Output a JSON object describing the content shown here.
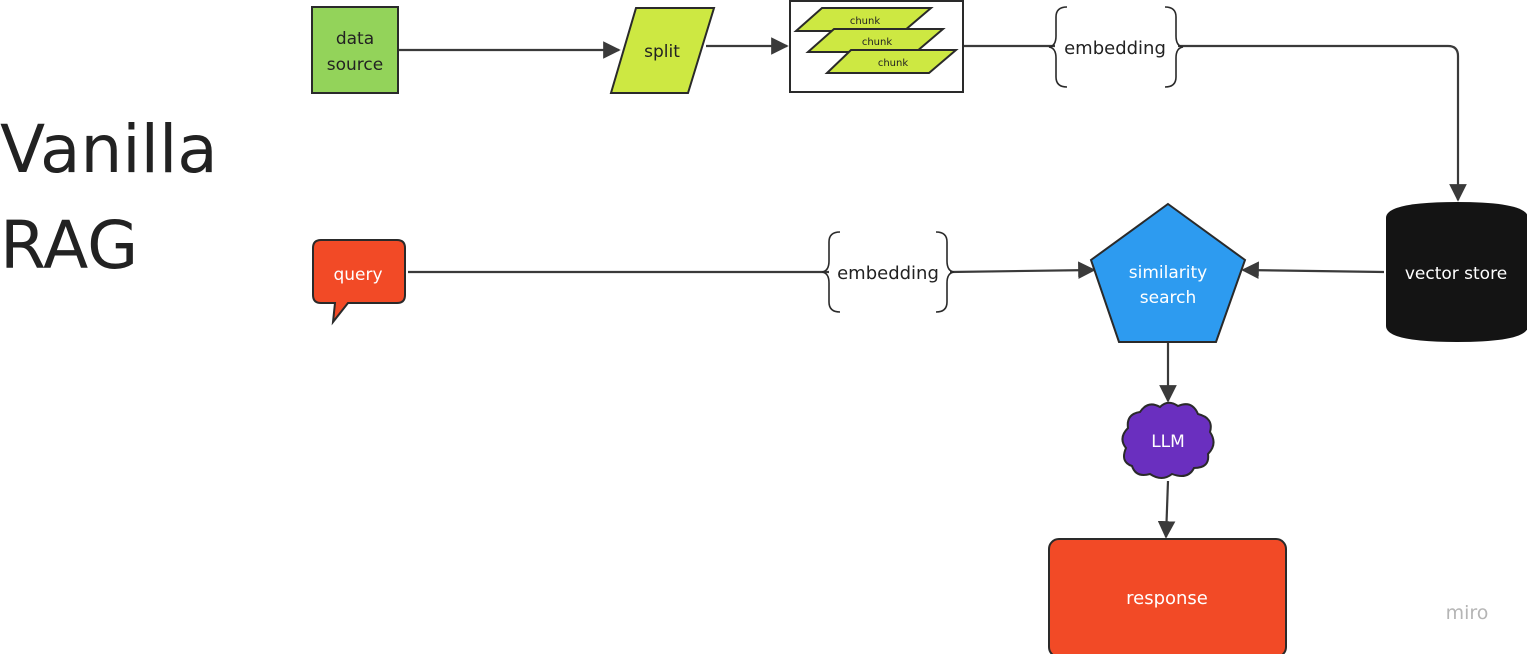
{
  "title": {
    "line1": "Vanilla",
    "line2": "RAG"
  },
  "nodes": {
    "data_source": {
      "line1": "data",
      "line2": "source"
    },
    "split": "split",
    "chunks": [
      "chunk",
      "chunk",
      "chunk"
    ],
    "embedding_top": "embedding",
    "vector_store": "vector store",
    "query": "query",
    "embedding_bottom": "embedding",
    "similarity_search": {
      "line1": "similarity",
      "line2": "search"
    },
    "llm": "LLM",
    "response": "response"
  },
  "watermark": "miro",
  "colors": {
    "data_source": "#93d35a",
    "split": "#cde842",
    "chunk": "#cde842",
    "vector_store": "#141414",
    "query": "#f24a26",
    "similarity_search": "#2d9bf0",
    "llm": "#6a2fbf",
    "response": "#f24a26",
    "edge": "#3a3a3a"
  }
}
